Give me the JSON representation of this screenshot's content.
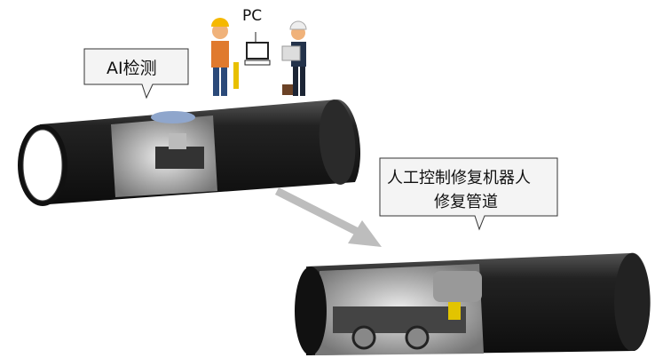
{
  "labels": {
    "pc": "PC",
    "ai_detection": "AI检测",
    "robot_line1": "人工控制修复机器人",
    "robot_line2": "修复管道"
  },
  "colors": {
    "pipe": "#1c1c1e",
    "arrow": "#bdbdbd",
    "callout_fill": "#f4f4f4"
  }
}
